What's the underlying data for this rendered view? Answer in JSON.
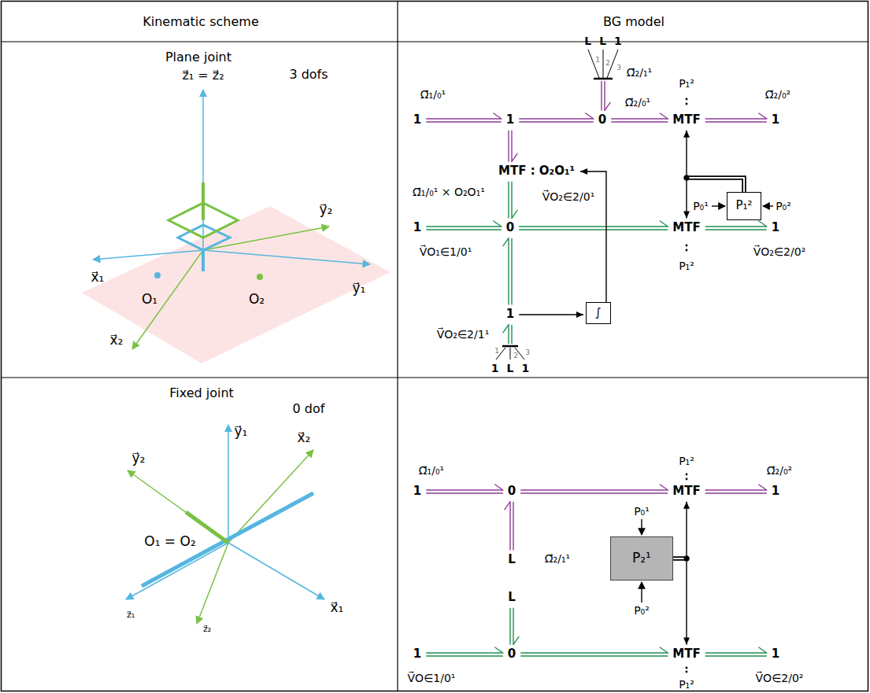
{
  "diagram": {
    "nodes": [
      {
        "text": [
          "1"
        ]
      },
      {
        "text": [
          "1"
        ]
      },
      {
        "text": [
          "0"
        ]
      },
      {
        "text": [
          "MTF"
        ]
      },
      {
        "text": [
          "1"
        ]
      },
      {
        "text": [
          "L",
          "L",
          "1"
        ]
      },
      {
        "text": [
          "MTF : O₂O₁¹"
        ]
      },
      {
        "text": [
          "1"
        ]
      },
      {
        "text": [
          "0"
        ]
      },
      {
        "text": [
          "MTF"
        ]
      },
      {
        "text": [
          "1"
        ]
      },
      {
        "text": [
          "1"
        ]
      },
      {
        "text": [
          "∫"
        ]
      },
      {
        "text": [
          "P₁²"
        ]
      },
      {
        "text": [
          "1",
          "L",
          "1"
        ]
      },
      {
        "text": [
          "1"
        ]
      },
      {
        "text": [
          "0"
        ]
      },
      {
        "text": [
          "MTF"
        ]
      },
      {
        "text": [
          "1"
        ]
      },
      {
        "text": [
          "L"
        ]
      },
      {
        "text": [
          "P₂¹"
        ]
      },
      {
        "text": [
          "L"
        ]
      },
      {
        "text": [
          "1"
        ]
      },
      {
        "text": [
          "0"
        ]
      },
      {
        "text": [
          "MTF"
        ]
      },
      {
        "text": [
          "1"
        ]
      }
    ],
    "edges": [
      {
        "from": 0,
        "to": 1,
        "arrow": "to"
      },
      {
        "from": 1,
        "to": 2,
        "arrow": "to"
      },
      {
        "from": 2,
        "to": 3,
        "arrow": "to"
      },
      {
        "from": 3,
        "to": 4,
        "arrow": "to"
      },
      {
        "from": 5,
        "to": 2,
        "arrow": "to"
      },
      {
        "from": 1,
        "to": 6,
        "arrow": "to"
      },
      {
        "from": 6,
        "to": 8,
        "arrow": "to"
      },
      {
        "from": 7,
        "to": 8,
        "arrow": "to"
      },
      {
        "from": 8,
        "to": 9,
        "arrow": "to"
      },
      {
        "from": 9,
        "to": 10,
        "arrow": "to"
      },
      {
        "from": 11,
        "to": 8,
        "arrow": "to"
      },
      {
        "from": 14,
        "to": 11,
        "arrow": "to"
      },
      {
        "from": 11,
        "to": 12,
        "arrow": "to"
      },
      {
        "from": 12,
        "to": 6,
        "arrow": "to"
      },
      {
        "from": 13,
        "to": 3,
        "arrow": "to"
      },
      {
        "from": 13,
        "to": 9,
        "arrow": "to"
      },
      {
        "from": 15,
        "to": 16,
        "arrow": "to"
      },
      {
        "from": 16,
        "to": 17,
        "arrow": "to"
      },
      {
        "from": 17,
        "to": 18,
        "arrow": "to"
      },
      {
        "from": 19,
        "to": 16,
        "arrow": "to"
      },
      {
        "from": 21,
        "to": 23,
        "arrow": "to"
      },
      {
        "from": 22,
        "to": 23,
        "arrow": "to"
      },
      {
        "from": 23,
        "to": 24,
        "arrow": "to"
      },
      {
        "from": 24,
        "to": 25,
        "arrow": "to"
      },
      {
        "from": 20,
        "to": 17,
        "arrow": "to"
      },
      {
        "from": 20,
        "to": 24,
        "arrow": "to"
      }
    ],
    "labels": [
      "Kinematic scheme",
      "BG model",
      "Plane joint",
      "z⃗₁ = z⃗₂",
      "3 dofs",
      "y⃗₂",
      "x⃗₁",
      "O₁",
      "O₂",
      "y⃗₁",
      "x⃗₂",
      "Ω⃗₁/₀¹",
      "Ω⃗₂/₁¹",
      "Ω⃗₂/₀¹",
      "P₁²",
      "Ω⃗₂/₀²",
      "Ω⃗₁/₀¹ × O₂O₁¹",
      "V⃗O₂∈2/0¹",
      "V⃗O₁∈1/0¹",
      "P₀¹",
      "P₀²",
      "P₁²",
      "V⃗O₂∈2/0²",
      "V⃗O₂∈2/1¹",
      "1",
      "2",
      "3",
      "1",
      "2",
      "3",
      "Fixed joint",
      "0 dof",
      "y⃗₁",
      "y⃗₂",
      "x⃗₂",
      "O₁ = O₂",
      "z⃗₁",
      "z⃗₂",
      "x⃗₁",
      "Ω⃗₁/₀¹",
      "Ω⃗₂/₁¹",
      "P₁²",
      "Ω⃗₂/₀²",
      "P₀¹",
      "P₀²",
      "V⃗O∈1/0¹",
      "P₁²",
      "V⃗O∈2/0²"
    ]
  }
}
